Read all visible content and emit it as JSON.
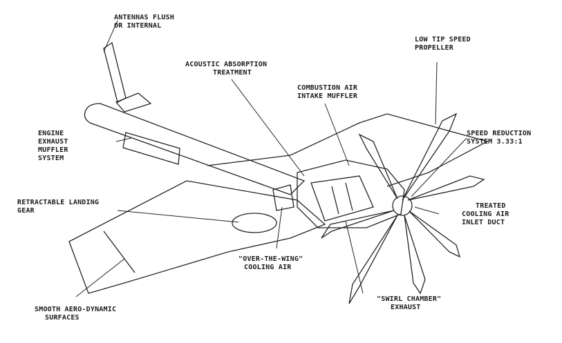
{
  "labels": {
    "antennas": [
      "ANTENNAS FLUSH",
      "OR INTERNAL"
    ],
    "acoustic": [
      "ACOUSTIC ABSORPTION",
      "TREATMENT"
    ],
    "combustion": [
      "COMBUSTION AIR",
      "INTAKE MUFFLER"
    ],
    "propeller": [
      "LOW TIP SPEED",
      "PROPELLER"
    ],
    "reduction": [
      "SPEED REDUCTION",
      "SYSTEM 3.33:1"
    ],
    "exhaust": [
      "ENGINE",
      "EXHAUST",
      "MUFFLER",
      "SYSTEM"
    ],
    "gear": [
      "RETRACTABLE LANDING",
      "GEAR"
    ],
    "cooling_inlet": [
      "TREATED",
      "COOLING AIR",
      "INLET DUCT"
    ],
    "over_wing": [
      "\"OVER-THE-WING\"",
      "COOLING AIR"
    ],
    "swirl": [
      "\"SWIRL CHAMBER\"",
      "EXHAUST"
    ],
    "surfaces": [
      "SMOOTH AERO-DYNAMIC",
      "SURFACES"
    ]
  }
}
